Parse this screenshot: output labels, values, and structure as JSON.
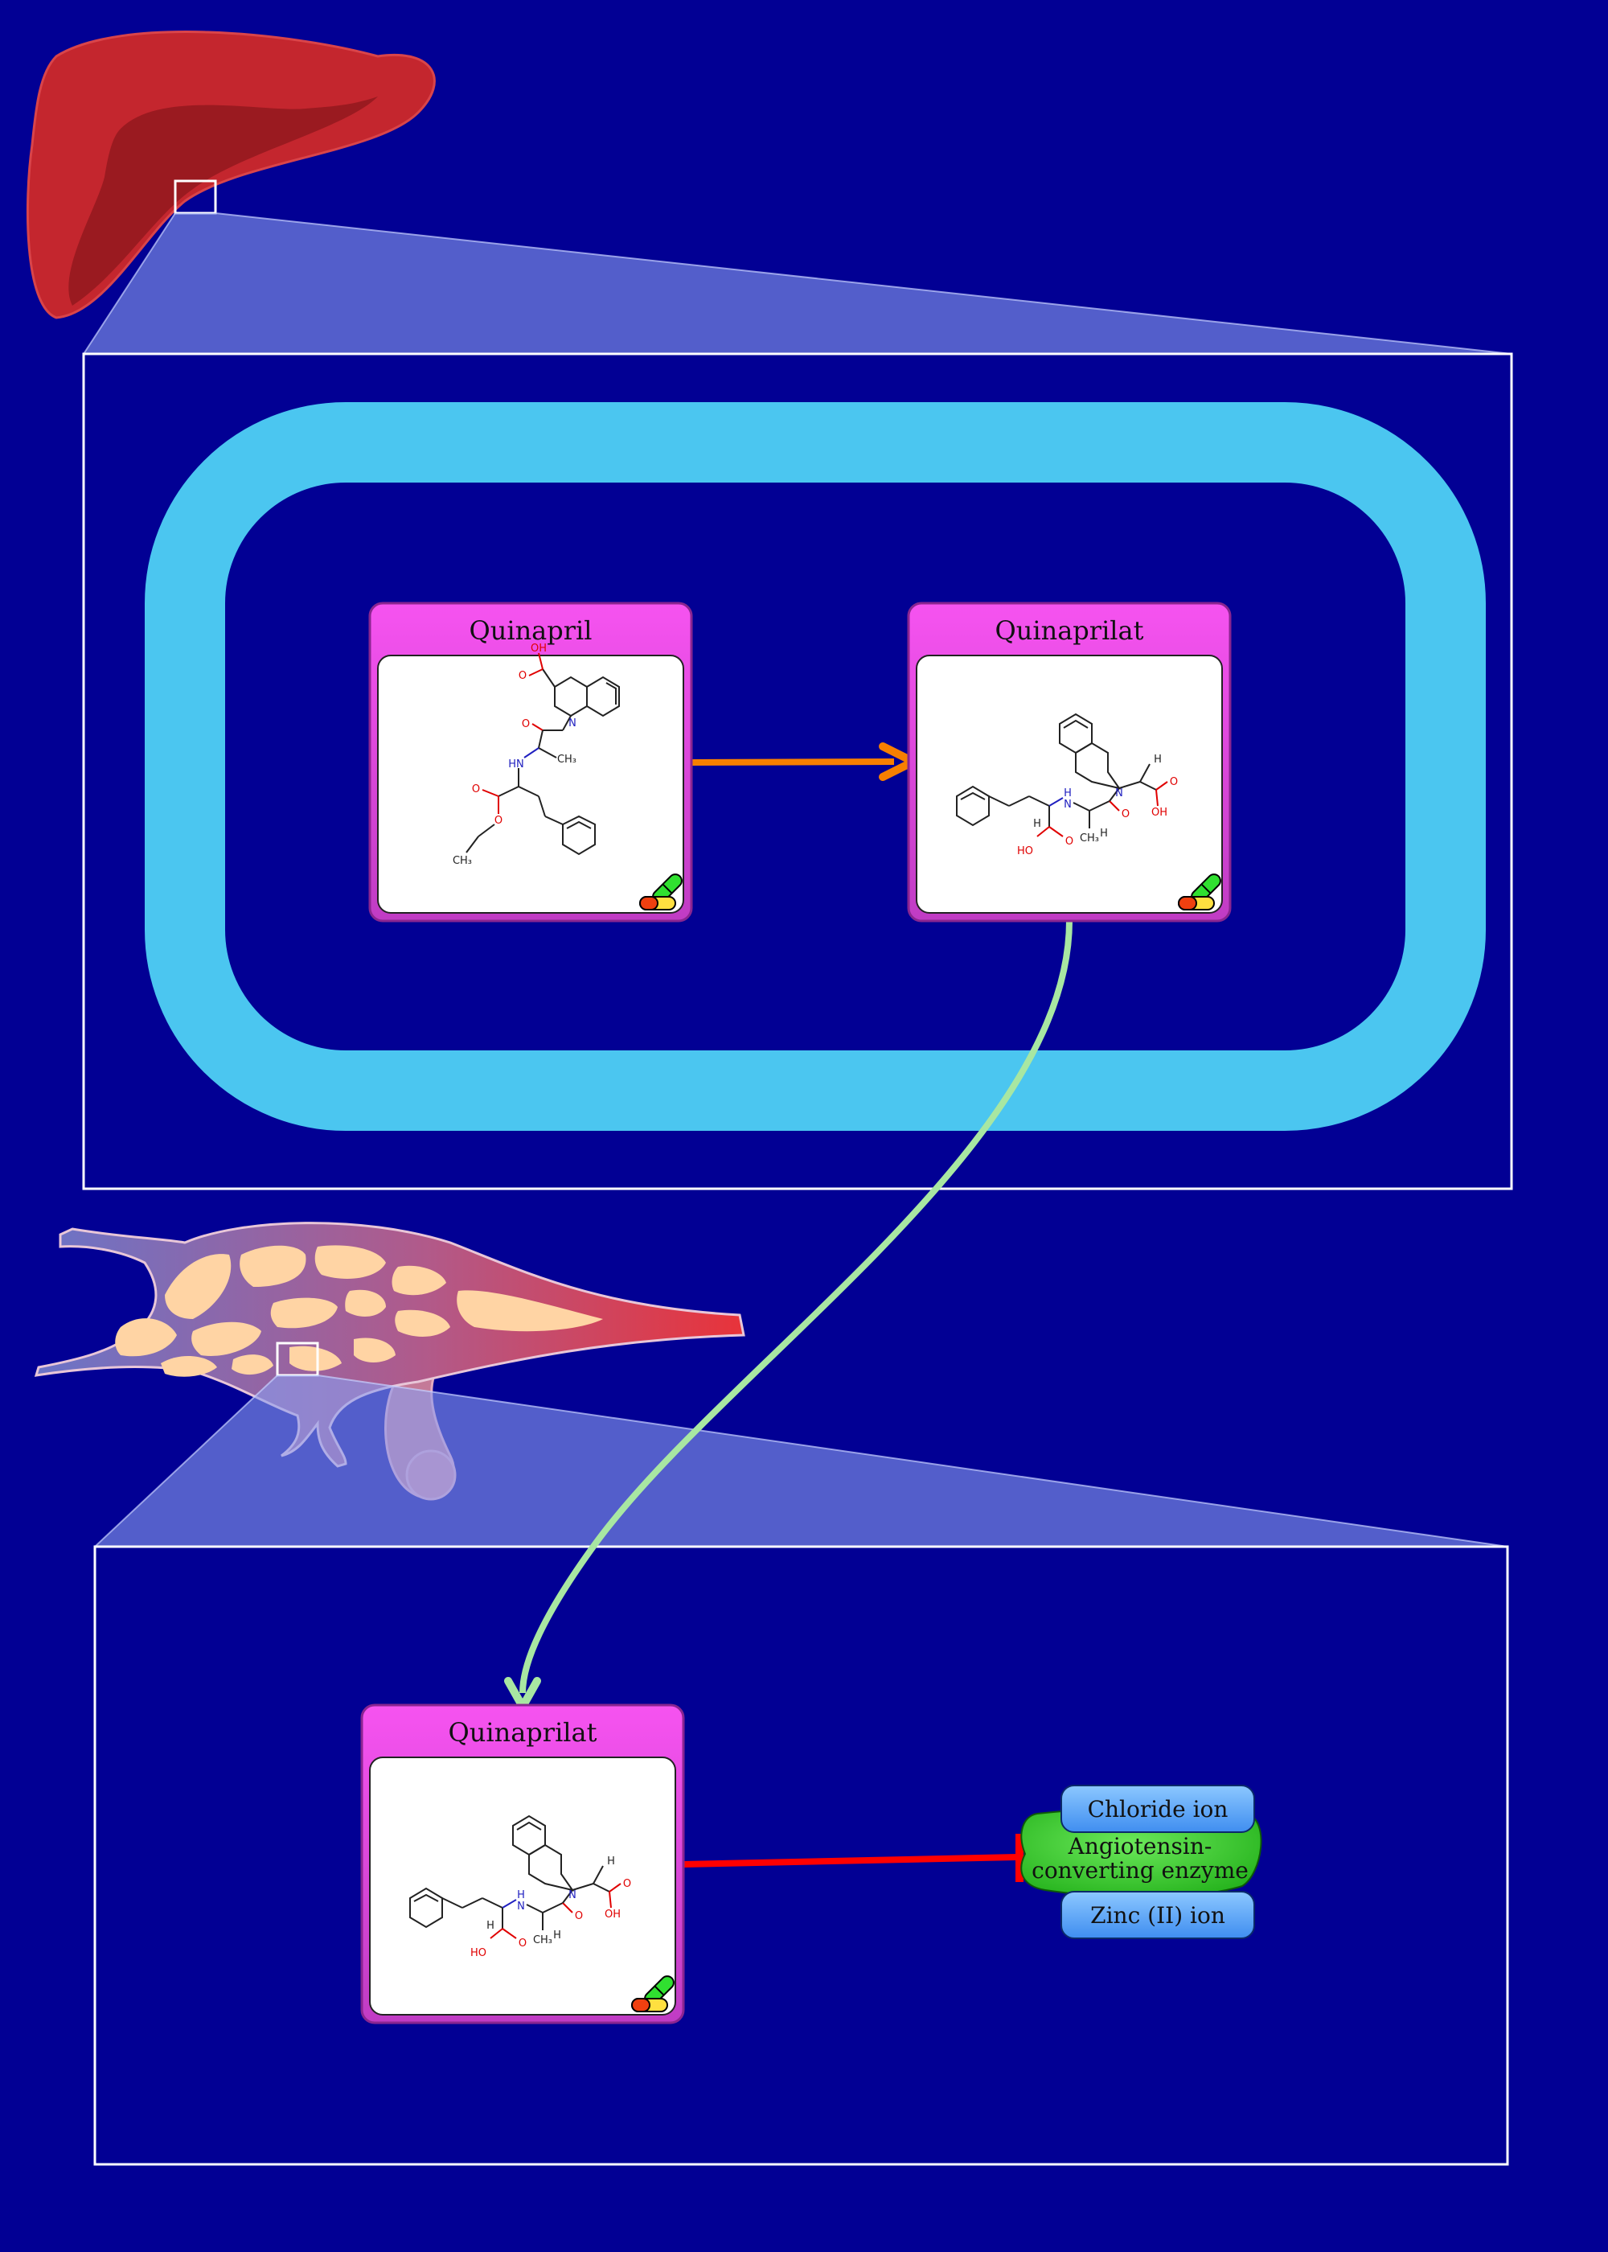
{
  "colors": {
    "background": "#020094",
    "membrane": "#4bc6f0",
    "card_header": "#f653f0",
    "card_border": "#b23bb5",
    "conversion_arrow": "#f77f00",
    "transport_arrow": "#a8e7a2",
    "inhibition": "#ff0000",
    "enzyme": "#3fd12a",
    "ion": "#5aaaf8"
  },
  "icons": {
    "drug_badge": "pill-capsule-icon",
    "organ_top": "liver-icon",
    "organ_bottom": "lung-capillary-icon"
  },
  "compartments": {
    "liver_cell": {
      "compounds": [
        {
          "id": "quinapril",
          "label": "Quinapril"
        },
        {
          "id": "quinaprilat_liver",
          "label": "Quinaprilat"
        }
      ]
    },
    "blood_vessel": {
      "compounds": [
        {
          "id": "quinaprilat_blood",
          "label": "Quinaprilat"
        }
      ],
      "target": {
        "enzyme_label_line1": "Angiotensin-",
        "enzyme_label_line2": "converting enzyme",
        "cofactors": [
          "Chloride ion",
          "Zinc (II) ion"
        ]
      }
    }
  },
  "atoms": {
    "oh": "OH",
    "ho": "HO",
    "o": "O",
    "n": "N",
    "hn": "HN",
    "h": "H",
    "ch3": "CH₃"
  }
}
